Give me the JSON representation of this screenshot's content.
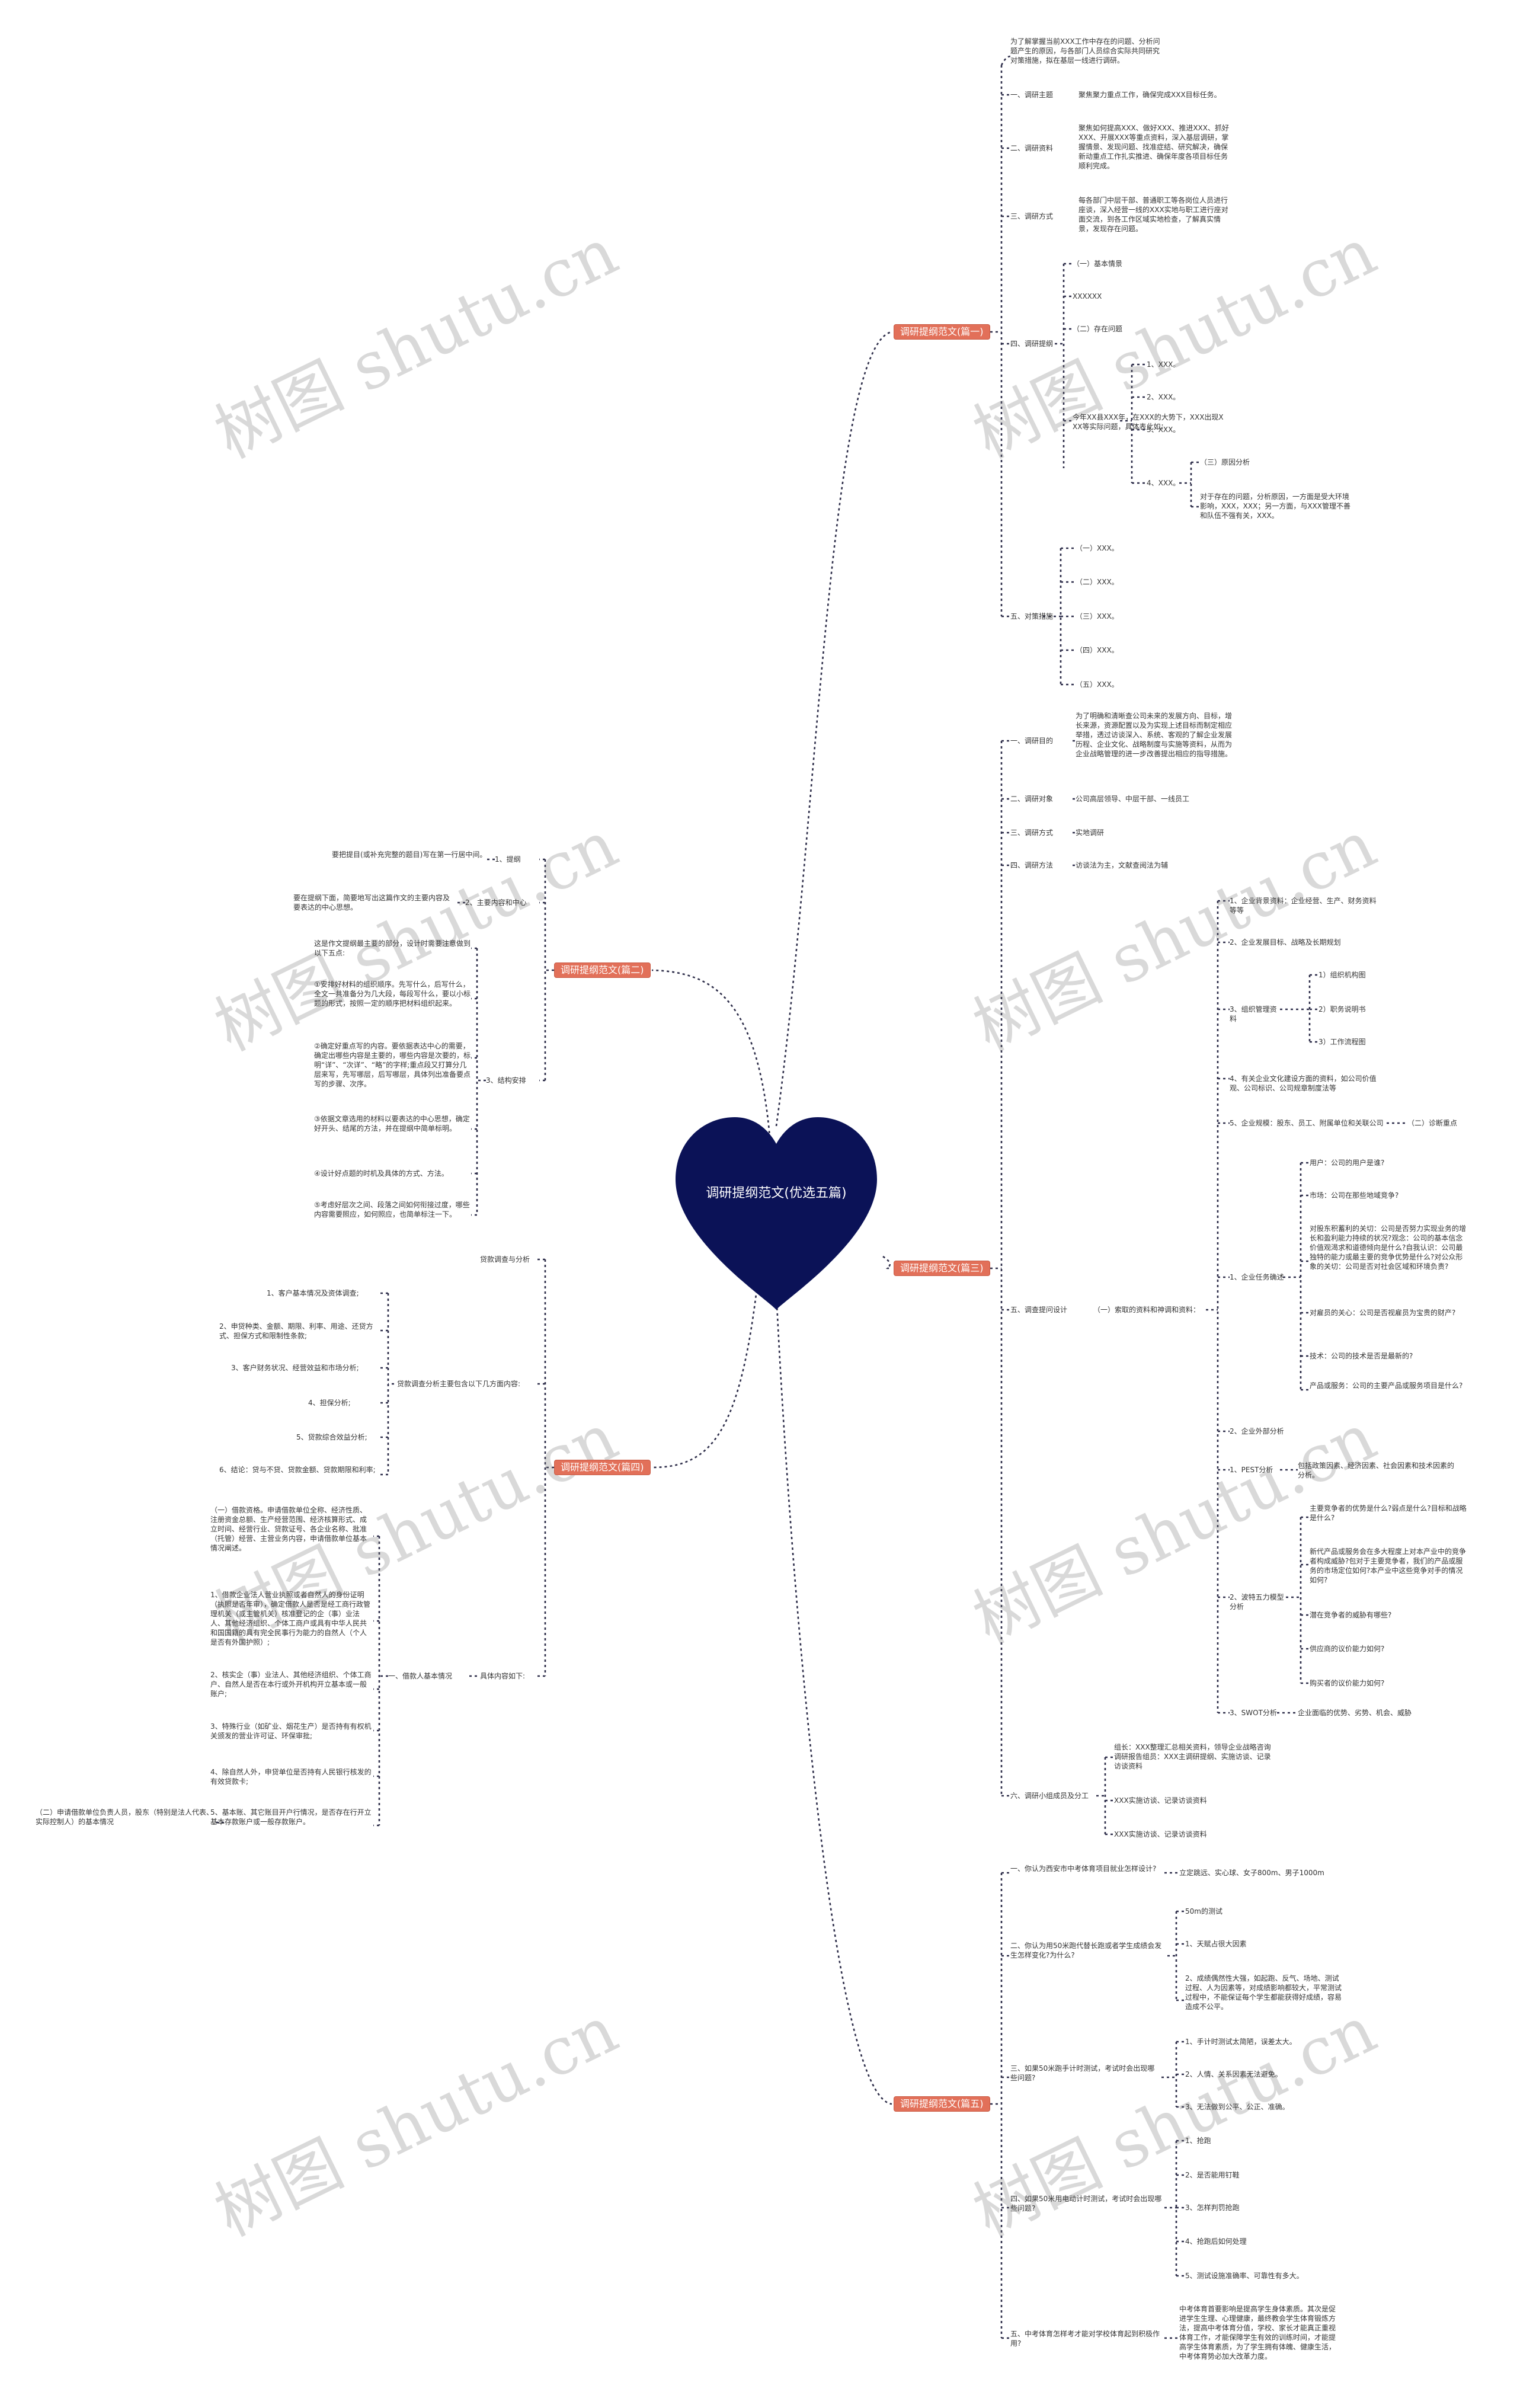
{
  "center": {
    "label": "调研提纲范文(优选五篇)"
  },
  "branches": [
    {
      "label": "调研提纲范文(篇一)"
    },
    {
      "label": "调研提纲范文(篇二)"
    },
    {
      "label": "调研提纲范文(篇三)"
    },
    {
      "label": "调研提纲范文(篇四)"
    },
    {
      "label": "调研提纲范文(篇五)"
    }
  ],
  "watermark": "树图 shutu.cn",
  "nodes": [
    {
      "id": "p1_intro",
      "text": "为了解掌握当前XXX工作中存在的问题、分析问题产生的原因，与各部门人员综合实际共同研究对策措施，拟在基层一线进行调研。"
    },
    {
      "id": "p1_theme",
      "text": "一、调研主题"
    },
    {
      "id": "p1_theme_c",
      "text": "聚焦聚力重点工作，确保完成XXX目标任务。"
    },
    {
      "id": "p1_data",
      "text": "二、调研资料"
    },
    {
      "id": "p1_data_c",
      "text": "聚焦如何提高XXX、做好XXX、推进XXX、抓好XXX、开展XXX等重点资料，深入基层调研，掌握情景、发现问题、找准症结、研究解决，确保新动重点工作扎实推进、确保年度各项目标任务顺利完成。"
    },
    {
      "id": "p1_method",
      "text": "三、调研方式"
    },
    {
      "id": "p1_method_c",
      "text": "每各部门中层干部、普通职工等各岗位人员进行座谈，深入经营一线的XXX实地与职工进行座对面交流，到各工作区域实地检查，了解真实情景，发现存在问题。"
    },
    {
      "id": "p1_outline",
      "text": "四、调研提纲"
    },
    {
      "id": "p1_o1",
      "text": "（一）基本情景"
    },
    {
      "id": "p1_o1a",
      "text": "XXXXXX"
    },
    {
      "id": "p1_o2",
      "text": "（二）存在问题"
    },
    {
      "id": "p1_o2a",
      "text": "今年XX县XXX年，在XXX的大势下，XXX出现XXX等实际问题，具体表此如："
    },
    {
      "id": "p1_o2a1",
      "text": "1、XXX。"
    },
    {
      "id": "p1_o2a2",
      "text": "2、XXX。"
    },
    {
      "id": "p1_o2a3",
      "text": "3、XXX。"
    },
    {
      "id": "p1_o2a4",
      "text": "4、XXX。"
    },
    {
      "id": "p1_o3",
      "text": "（三）原因分析"
    },
    {
      "id": "p1_o3a",
      "text": "对于存在的问题，分析原因，一方面是受大环境影响，XXX，XXX；另一方面，与XXX管理不善和队伍不强有关，XXX。"
    },
    {
      "id": "p1_measure",
      "text": "五、对策措施"
    },
    {
      "id": "p1_m1",
      "text": "（一）XXX。"
    },
    {
      "id": "p1_m2",
      "text": "（二）XXX。"
    },
    {
      "id": "p1_m3",
      "text": "（三）XXX。"
    },
    {
      "id": "p1_m4",
      "text": "（四）XXX。"
    },
    {
      "id": "p1_m5",
      "text": "（五）XXX。"
    },
    {
      "id": "p2_1",
      "text": "1、提纲"
    },
    {
      "id": "p2_1c",
      "text": "要把提目(或补充完整的题目)写在第一行居中间。"
    },
    {
      "id": "p2_2",
      "text": "2、主要内容和中心"
    },
    {
      "id": "p2_2c",
      "text": "要在提纲下面，简要地写出这篇作文的主要内容及要表达的中心思想。"
    },
    {
      "id": "p2_3",
      "text": "3、结构安排"
    },
    {
      "id": "p2_3a",
      "text": "这是作文提纲最主要的部分，设计时需要注意做到以下五点:"
    },
    {
      "id": "p2_3b",
      "text": "①安排好材料的组织顺序。先写什么，后写什么，全文一共准备分为几大段，每段写什么，要以小标题的形式，按照一定的顺序把材料组织起来。"
    },
    {
      "id": "p2_3c",
      "text": "②确定好重点写的内容。要依据表达中心的需要，确定出哪些内容是主要的，哪些内容是次要的，标明“详”、“次详”、“略”的字样;重点段又打算分几层来写，先写哪层，后写哪层，具体列出准备要点写的步骤、次序。"
    },
    {
      "id": "p2_3d",
      "text": "③依据文章选用的材料以要表达的中心思想，确定好开头、结尾的方法，并在提纲中简单标明。"
    },
    {
      "id": "p2_3e",
      "text": "④设计好点题的时机及具体的方式、方法。"
    },
    {
      "id": "p2_3f",
      "text": "⑤考虑好层次之间、段落之间如何衔接过度，哪些内容需要照应，如何照应，也简单标注一下。"
    },
    {
      "id": "p3_purpose",
      "text": "一、调研目的"
    },
    {
      "id": "p3_purpose_c",
      "text": "为了明确和清晰查公司未来的发展方向、目标，增长来源，资源配置以及为实现上述目标而制定相应举措，透过访谈深入、系统、客观的了解企业发展历程、企业文化、战略制度与实施等资料，从而为企业战略管理的进一步改善提出相应的指导措施。"
    },
    {
      "id": "p3_target",
      "text": "二、调研对象"
    },
    {
      "id": "p3_target_c",
      "text": "公司高层领导、中层干部、一线员工"
    },
    {
      "id": "p3_way",
      "text": "三、调研方式"
    },
    {
      "id": "p3_way_c",
      "text": "实地调研"
    },
    {
      "id": "p3_visit",
      "text": "四、调研方法"
    },
    {
      "id": "p3_visit_c",
      "text": "访谈法为主，文献查阅法为辅"
    },
    {
      "id": "p3_outline",
      "text": "五、调查提问设计"
    },
    {
      "id": "p3_outline_c",
      "text": "（一）索取的资料和神调和资料："
    },
    {
      "id": "p3_o1",
      "text": "1、企业背景资料：企业经营、生产、财务资料等等"
    },
    {
      "id": "p3_o2",
      "text": "2、企业发展目标、战略及长期规划"
    },
    {
      "id": "p3_o3",
      "text": "3、组织管理资料"
    },
    {
      "id": "p3_o3a",
      "text": "1）组织机构图"
    },
    {
      "id": "p3_o3b",
      "text": "2）职务说明书"
    },
    {
      "id": "p3_o3c",
      "text": "3）工作流程图"
    },
    {
      "id": "p3_o4",
      "text": "4、有关企业文化建设方面的资料，如公司价值观、公司标识、公司规章制度法等"
    },
    {
      "id": "p3_o5",
      "text": "5、企业规模：股东、员工、附属单位和关联公司"
    },
    {
      "id": "p3_o5a",
      "text": "（二）诊断重点"
    },
    {
      "id": "p3_t1",
      "text": "1、企业任务确述"
    },
    {
      "id": "p3_t1a",
      "text": "用户：公司的用户是谁?"
    },
    {
      "id": "p3_t1b",
      "text": "市场：公司在那些地域竞争?"
    },
    {
      "id": "p3_t1c",
      "text": "对股东积蓄利的关切：公司是否努力实现业务的增长和盈利能力持续的状况?观念：公司的基本信念价值观渴求和道德倾向是什么?自我认识：公司最独特的能力或最主要的竞争优势是什么?对公众形象的关切：公司是否对社会区域和环境负责?"
    },
    {
      "id": "p3_t1d",
      "text": "对雇员的关心：公司是否视雇员为宝贵的财产?"
    },
    {
      "id": "p3_t1e",
      "text": "技术：公司的技术是否是最新的?"
    },
    {
      "id": "p3_t1f",
      "text": "产品或服务：公司的主要产品或服务项目是什么?"
    },
    {
      "id": "p3_t2",
      "text": "2、企业外部分析"
    },
    {
      "id": "p3_t2a",
      "text": "1、PEST分析"
    },
    {
      "id": "p3_t2a1",
      "text": "包括政策因素、经济因素、社会因素和技术因素的分析。"
    },
    {
      "id": "p3_t2b",
      "text": "2、波特五力模型分析"
    },
    {
      "id": "p3_t2b1",
      "text": "主要竞争者的优势是什么?弱点是什么?目标和战略是什么?"
    },
    {
      "id": "p3_t2b2",
      "text": "新代产品或服务会在多大程度上对本产业中的竞争者构成威胁?包对于主要竞争者，我们的产品或服务的市场定位如何?本产业中这些竞争对手的情况如何?"
    },
    {
      "id": "p3_t2b3",
      "text": "潜在竞争者的威胁有哪些?"
    },
    {
      "id": "p3_t2b4",
      "text": "供应商的议价能力如何?"
    },
    {
      "id": "p3_t2b5",
      "text": "购买者的议价能力如何?"
    },
    {
      "id": "p3_t2c",
      "text": "3、SWOT分析"
    },
    {
      "id": "p3_t2c1",
      "text": "企业面临的优势、劣势、机会、威胁"
    },
    {
      "id": "p3_team",
      "text": "六、调研小组成员及分工"
    },
    {
      "id": "p3_team1",
      "text": "组长：XXX整理汇总相关资料，领导企业战略咨询调研报告组员：XXX主调研提纲、实施访谈、记录访谈资料"
    },
    {
      "id": "p3_team2",
      "text": "XXX实施访谈、记录访谈资料"
    },
    {
      "id": "p3_team3",
      "text": "XXX实施访谈、记录访谈资料"
    },
    {
      "id": "p4_top",
      "text": "贷款调查与分析"
    },
    {
      "id": "p4_mid",
      "text": "贷款调查分析主要包含以下几方面内容:"
    },
    {
      "id": "p4_m1",
      "text": "1、客户基本情况及资体调查;"
    },
    {
      "id": "p4_m2",
      "text": "2、申贷种类、金额、期限、利率、用途、还贷方式、担保方式和限制性条款;"
    },
    {
      "id": "p4_m3",
      "text": "3、客户财务状况、经营效益和市场分析;"
    },
    {
      "id": "p4_m4",
      "text": "4、担保分析;"
    },
    {
      "id": "p4_m5",
      "text": "5、贷款综合效益分析;"
    },
    {
      "id": "p4_m6",
      "text": "6、结论：贷与不贷、贷款金额、贷款期限和利率;"
    },
    {
      "id": "p4_bottom",
      "text": "具体内容如下:"
    },
    {
      "id": "p4_b1",
      "text": "一、借款人基本情况"
    },
    {
      "id": "p4_b1a",
      "text": "（一）借款资格。申请借款单位全称、经济性质、注册资金总额、生产经营范围、经济核算形式、成立时间、经营行业、贷款证号、各企业名称、批准（托管）经营、主营业务内容，申请借款单位基本情况阐述。"
    },
    {
      "id": "p4_b1b",
      "text": "1、借款企业法人营业执照或者自然人的身份证明（执照是否年审），确定借款人是否是经工商行政管理机关（或主管机关）核准登记的企（事）业法人、其他经济组织、个体工商户或具有中华人民共和国国籍的具有完全民事行为能力的自然人（个人是否有外国护照）;"
    },
    {
      "id": "p4_b1c",
      "text": "2、核实企（事）业法人、其他经济组织、个体工商户、自然人是否在本行或外开机构开立基本或一般账户;"
    },
    {
      "id": "p4_b1d",
      "text": "3、特殊行业（如矿业、烟花生产）是否持有有权机关颁发的营业许可证、环保审批;"
    },
    {
      "id": "p4_b1e",
      "text": "4、除自然人外，申贷单位是否持有人民银行核发的有效贷款卡;"
    },
    {
      "id": "p4_b1f",
      "text": "5、基本账、其它账目开户行情况，是否存在行开立基本存款账户或一般存款账户。"
    },
    {
      "id": "p4_b2",
      "text": "（二）申请借款单位负责人员，股东（特别是法人代表、实际控制人）的基本情况"
    },
    {
      "id": "p5_q1",
      "text": "一、你认为西安市中考体育项目就业怎样设计?"
    },
    {
      "id": "p5_q1a",
      "text": "立定跳远、实心球、女子800m、男子1000m"
    },
    {
      "id": "p5_q2",
      "text": "二、你认为用50米跑代替长跑或者学生成绩会发生怎样变化?为什么?"
    },
    {
      "id": "p5_q2a",
      "text": "50m的测试"
    },
    {
      "id": "p5_q2b",
      "text": "1、天赋占很大因素"
    },
    {
      "id": "p5_q2c",
      "text": "2、成绩偶然性大强，如起跑、反气、场地、测试过程、人为因素等，对成绩影响都较大，平常测试过程中，不能保证每个学生都能获得好成绩，容易造成不公平。"
    },
    {
      "id": "p5_q3",
      "text": "三、如果50米跑手计时测试，考试时会出现哪些问题?"
    },
    {
      "id": "p5_q3a",
      "text": "1、手计时测试太简陋，误差太大。"
    },
    {
      "id": "p5_q3b",
      "text": "2、人情、关系因素无法避免。"
    },
    {
      "id": "p5_q3c",
      "text": "3、无法做到公平、公正、准确。"
    },
    {
      "id": "p5_q4",
      "text": "四、如果50米用电动计时测试，考试时会出现哪些问题?"
    },
    {
      "id": "p5_q4a",
      "text": "1、抢跑"
    },
    {
      "id": "p5_q4b",
      "text": "2、是否能用钉鞋"
    },
    {
      "id": "p5_q4c",
      "text": "3、怎样判罚抢跑"
    },
    {
      "id": "p5_q4d",
      "text": "4、抢跑后如何处理"
    },
    {
      "id": "p5_q4e",
      "text": "5、测试设施准确率、可靠性有多大。"
    },
    {
      "id": "p5_q5",
      "text": "五、中考体育怎样考才能对学校体育起到积极作用?"
    },
    {
      "id": "p5_q5a",
      "text": "中考体育首要影响是提高学生身体素质。其次是促进学生生理、心理健康，最终教会学生体育锻炼方法，提高中考体育分值，学校、家长才能真正重视体育工作，才能保障学生有效的训练时间，才能提高学生体育素质，为了学生拥有体魄、健康生活，中考体育势必加大改革力度。"
    }
  ]
}
